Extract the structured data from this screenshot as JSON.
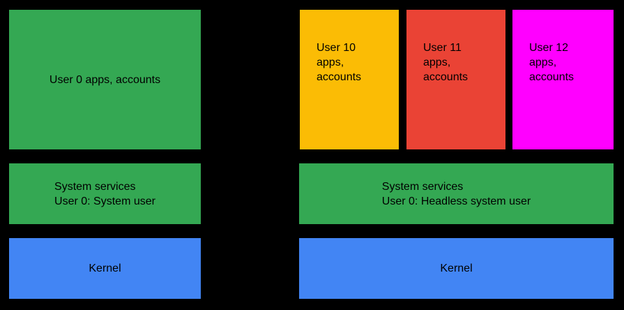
{
  "diagram": {
    "background_color": "#000000",
    "text_color": "#000000",
    "colors": {
      "green": "#34A853",
      "blue": "#4285F4",
      "yellow": "#FBBC05",
      "red": "#EA4335",
      "magenta": "#FF00FF"
    },
    "left_stack": {
      "user_box": {
        "label": "User 0 apps, accounts",
        "color": "#34A853"
      },
      "system_services_box": {
        "label": "System services\nUser 0: System user",
        "color": "#34A853"
      },
      "kernel_box": {
        "label": "Kernel",
        "color": "#4285F4"
      }
    },
    "right_stack": {
      "user_boxes": [
        {
          "label": "User 10\napps,\naccounts",
          "color": "#FBBC05"
        },
        {
          "label": "User 11\napps,\naccounts",
          "color": "#EA4335"
        },
        {
          "label": "User 12\napps,\naccounts",
          "color": "#FF00FF"
        }
      ],
      "system_services_box": {
        "label": "System services\nUser 0: Headless system user",
        "color": "#34A853"
      },
      "kernel_box": {
        "label": "Kernel",
        "color": "#4285F4"
      }
    }
  }
}
